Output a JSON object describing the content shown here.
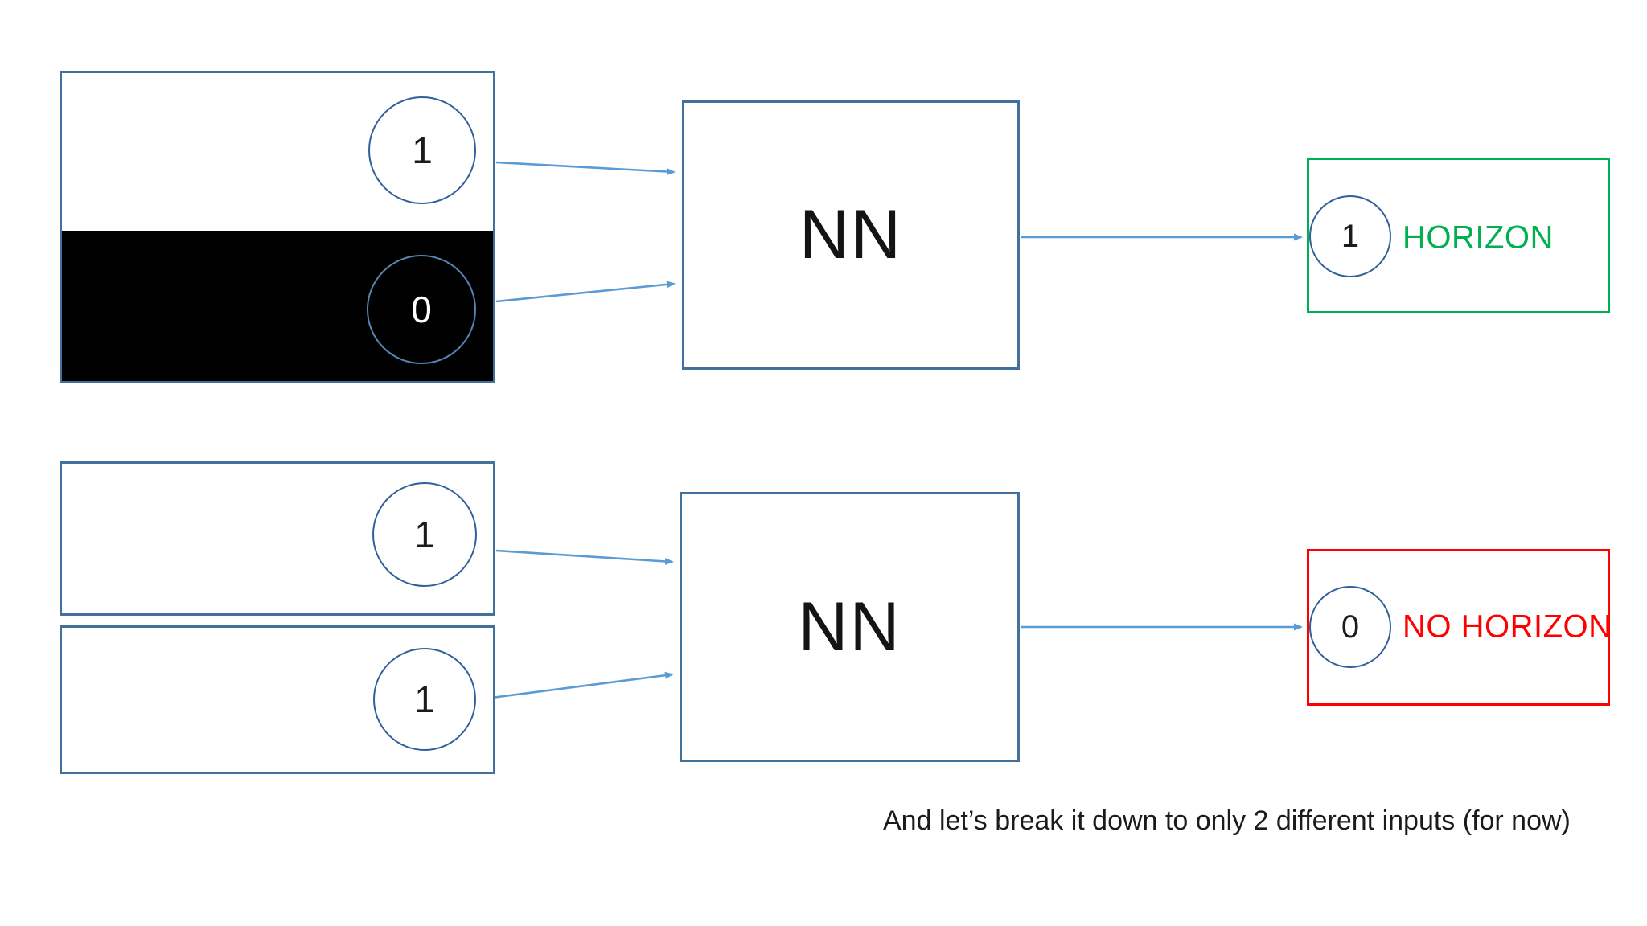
{
  "colors": {
    "shape_blue": "#41719C",
    "circle_blue": "#30609A",
    "circle_blue_light": "#5585B5",
    "arrow_blue": "#5B9BD5",
    "accent_green": "#00B050",
    "accent_red": "#FF0000",
    "ink_black": "#000000",
    "text_black": "#1B1B1B"
  },
  "top_flow": {
    "input": {
      "top_node": "1",
      "bottom_node": "0"
    },
    "nn_label": "NN",
    "output": {
      "node": "1",
      "label": "HORIZON"
    }
  },
  "bottom_flow": {
    "input": {
      "top_node": "1",
      "bottom_node": "1"
    },
    "nn_label": "NN",
    "output": {
      "node": "0",
      "label": "NO HORIZON"
    }
  },
  "caption": "And let’s break it down to only 2 different inputs (for now)"
}
